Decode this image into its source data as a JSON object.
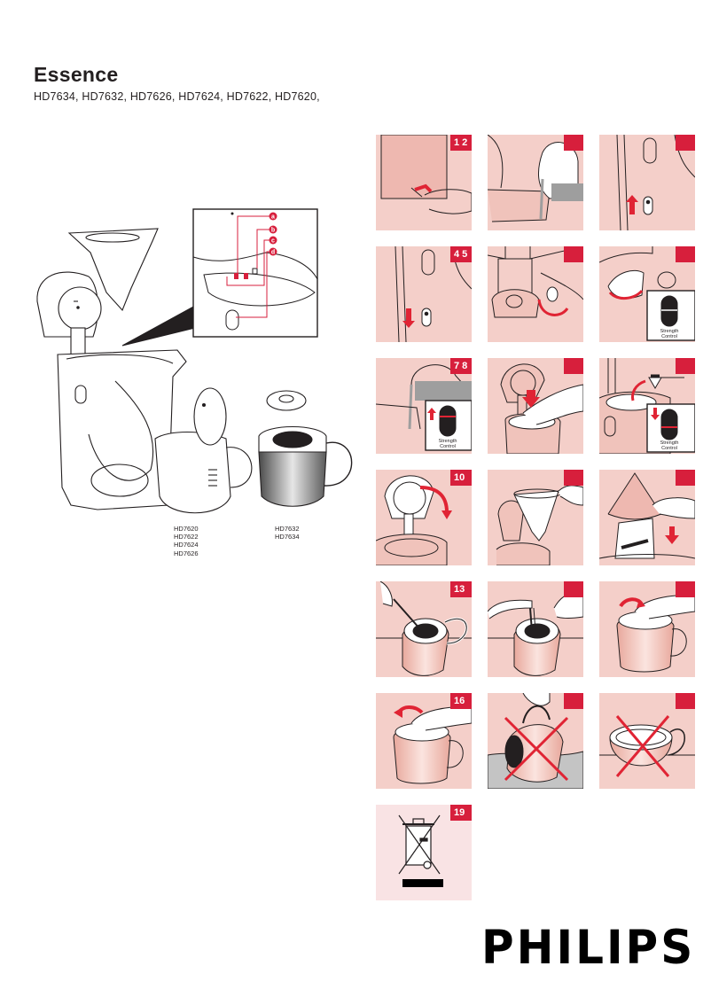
{
  "header": {
    "title": "Essence",
    "models": "HD7634, HD7632, HD7626, HD7624, HD7622, HD7620,"
  },
  "overview": {
    "callout_labels": [
      "a",
      "b",
      "c",
      "d"
    ],
    "variants": [
      {
        "models": [
          "HD7620",
          "HD7622",
          "HD7624",
          "HD7626"
        ],
        "carafe": "glass-jug"
      },
      {
        "models": [
          "HD7632",
          "HD7634"
        ],
        "carafe": "thermal-jug"
      }
    ]
  },
  "steps": [
    {
      "row": 1,
      "col": 1,
      "badge": "1 2",
      "scene": "pull-cord-from-base",
      "icon": "arrow-up"
    },
    {
      "row": 1,
      "col": 2,
      "badge": "",
      "scene": "fill-water-reservoir"
    },
    {
      "row": 1,
      "col": 3,
      "badge": "",
      "scene": "switch-on",
      "icon": "arrow-up"
    },
    {
      "row": 2,
      "col": 1,
      "badge": "4 5",
      "scene": "switch-off",
      "icon": "arrow-down"
    },
    {
      "row": 2,
      "col": 2,
      "badge": "",
      "scene": "turn-strength-knob"
    },
    {
      "row": 2,
      "col": 3,
      "badge": "",
      "scene": "strength-control-knob",
      "panel_label": "Strength Control"
    },
    {
      "row": 3,
      "col": 1,
      "badge": "7 8",
      "scene": "pour-water-strength-up",
      "panel_label": "Strength Control"
    },
    {
      "row": 3,
      "col": 2,
      "badge": "",
      "scene": "insert-paper-filter"
    },
    {
      "row": 3,
      "col": 3,
      "badge": "",
      "scene": "add-ground-coffee-strength-down",
      "panel_label": "Strength Control"
    },
    {
      "row": 4,
      "col": 1,
      "badge": "10",
      "scene": "close-lid"
    },
    {
      "row": 4,
      "col": 2,
      "badge": "",
      "scene": "remove-filter-holder"
    },
    {
      "row": 4,
      "col": 3,
      "badge": "",
      "scene": "discard-filter"
    },
    {
      "row": 5,
      "col": 1,
      "badge": "13",
      "scene": "brush-clean-jug"
    },
    {
      "row": 5,
      "col": 2,
      "badge": "",
      "scene": "rinse-jug-under-tap"
    },
    {
      "row": 5,
      "col": 3,
      "badge": "",
      "scene": "unscrew-jug-lid"
    },
    {
      "row": 6,
      "col": 1,
      "badge": "16",
      "scene": "screw-jug-lid"
    },
    {
      "row": 6,
      "col": 2,
      "badge": "",
      "scene": "do-not-immerse-jug",
      "prohibited": true
    },
    {
      "row": 6,
      "col": 3,
      "badge": "",
      "scene": "not-dishwasher-safe",
      "prohibited": true
    },
    {
      "row": 7,
      "col": 1,
      "badge": "19",
      "scene": "weee-disposal-symbol"
    }
  ],
  "brand": {
    "logo": "PHILIPS"
  },
  "colors": {
    "step_background": "#f4cfc9",
    "badge_red": "#d71f3c",
    "accent_arrow": "#e02434",
    "text": "#231f20"
  }
}
